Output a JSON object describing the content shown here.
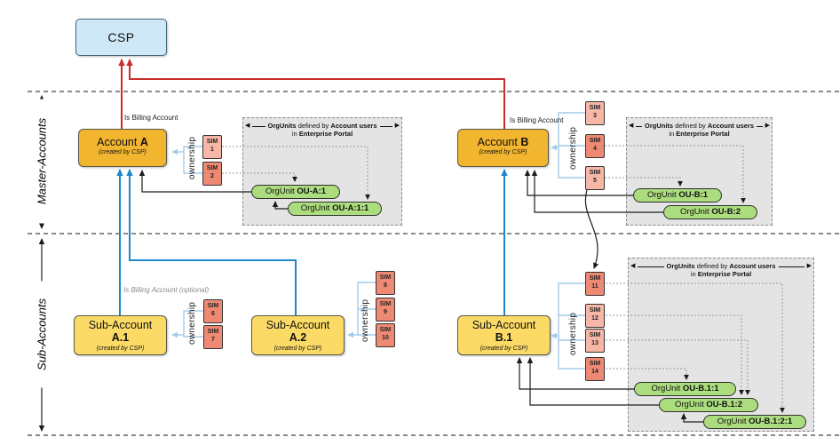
{
  "colors": {
    "csp_fill": "#cfe8f7",
    "csp_border": "#41667d",
    "account_fill": "#f2b52f",
    "sub_fill": "#fbdb66",
    "box_border": "#57584a",
    "sim_light": "#f6b7a7",
    "sim_dark": "#ee8a74",
    "sim_border": "#333333",
    "orgunit_fill": "#abdc7e",
    "orgunit_border": "#2f2f2f",
    "group_fill": "#e4e4e4",
    "group_border": "#8a8a8a",
    "red": "#cb2b2b",
    "blue": "#1d86cc",
    "lightblue": "#a3cbe8",
    "dotted": "#999999",
    "black": "#1c1c1c",
    "separator": "#444444"
  },
  "layers": {
    "master": "Master-Accounts",
    "sub": "Sub-Accounts"
  },
  "csp": {
    "label": "CSP"
  },
  "labels": {
    "ownership": "ownership",
    "is_billing": "Is Billing Account",
    "is_billing_optional": "Is Billing Account (optional)"
  },
  "accounts": {
    "a": {
      "title": "Account",
      "name": "A",
      "note": "(created by CSP)"
    },
    "b": {
      "title": "Account",
      "name": "B",
      "note": "(created by CSP)"
    },
    "a1": {
      "title": "Sub-Account",
      "name": "A.1",
      "note": "(created by CSP)"
    },
    "a2": {
      "title": "Sub-Account",
      "name": "A.2",
      "note": "(created by CSP)"
    },
    "b1": {
      "title": "Sub-Account",
      "name": "B.1",
      "note": "(created by CSP)"
    }
  },
  "orgunits_group_header": {
    "left_arrow": "◀",
    "right_arrow": "▶",
    "bold1": "OrgUnits",
    "mid": "defined by",
    "bold2": "Account users",
    "line2_pre": "in",
    "line2_bold": "Enterprise Portal"
  },
  "sims": [
    {
      "label": "SIM",
      "num": "1",
      "shade": "light"
    },
    {
      "label": "SIM",
      "num": "2",
      "shade": "dark"
    },
    {
      "label": "SIM",
      "num": "3",
      "shade": "light"
    },
    {
      "label": "SIM",
      "num": "4",
      "shade": "dark"
    },
    {
      "label": "SIM",
      "num": "5",
      "shade": "light"
    },
    {
      "label": "SIM",
      "num": "6",
      "shade": "dark"
    },
    {
      "label": "SIM",
      "num": "7",
      "shade": "dark"
    },
    {
      "label": "SIM",
      "num": "8",
      "shade": "dark"
    },
    {
      "label": "SIM",
      "num": "9",
      "shade": "dark"
    },
    {
      "label": "SIM",
      "num": "10",
      "shade": "dark"
    },
    {
      "label": "SIM",
      "num": "11",
      "shade": "dark"
    },
    {
      "label": "SIM",
      "num": "12",
      "shade": "light"
    },
    {
      "label": "SIM",
      "num": "13",
      "shade": "light"
    },
    {
      "label": "SIM",
      "num": "14",
      "shade": "dark"
    }
  ],
  "orgunits": [
    {
      "prefix": "OrgUnit",
      "id": "OU-A:1"
    },
    {
      "prefix": "OrgUnit",
      "id": "OU-A:1:1"
    },
    {
      "prefix": "OrgUnit",
      "id": "OU-B:1"
    },
    {
      "prefix": "OrgUnit",
      "id": "OU-B:2"
    },
    {
      "prefix": "OrgUnit",
      "id": "OU-B.1:1"
    },
    {
      "prefix": "OrgUnit",
      "id": "OU-B.1:2"
    },
    {
      "prefix": "OrgUnit",
      "id": "OU-B.1:2:1"
    }
  ]
}
